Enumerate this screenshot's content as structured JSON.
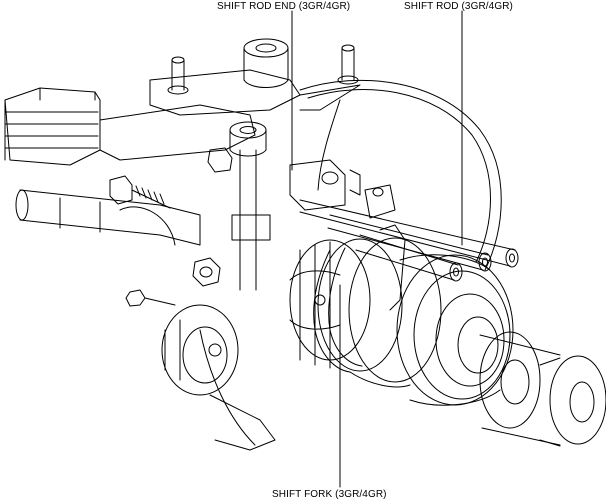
{
  "labels": {
    "shift_rod_end": "SHIFT ROD END (3GR/4GR)",
    "shift_rod": "SHIFT ROD (3GR/4GR)",
    "shift_fork": "SHIFT FORK (3GR/4GR)"
  },
  "colors": {
    "line": "#000000",
    "background": "#ffffff"
  }
}
